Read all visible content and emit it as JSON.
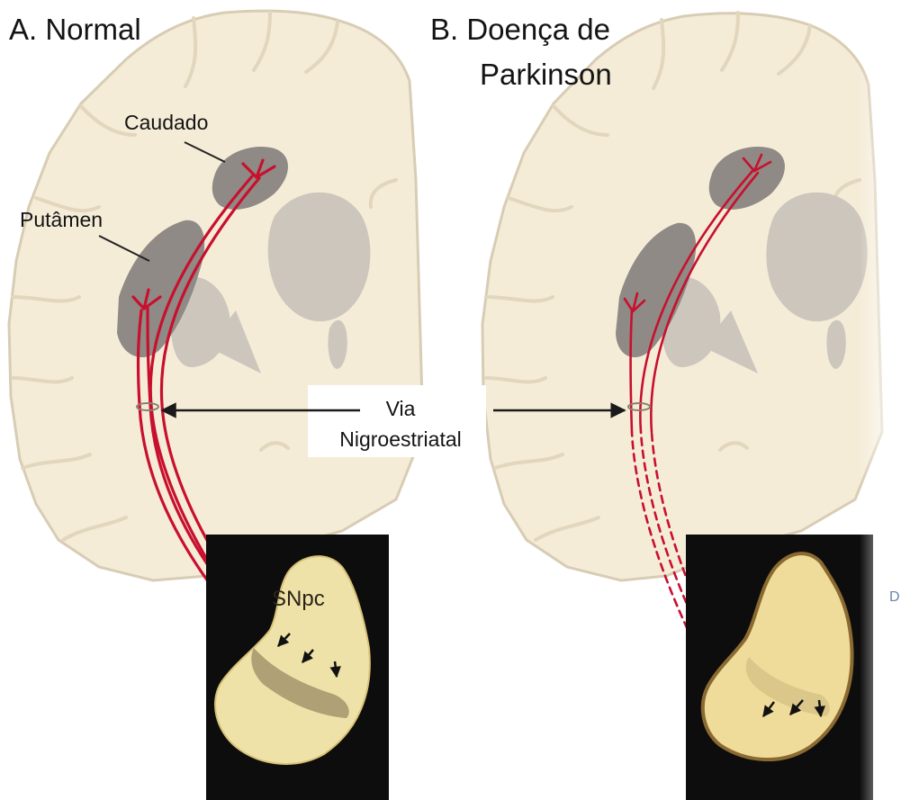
{
  "panels": [
    {
      "title_lines": [
        "A. Normal"
      ]
    },
    {
      "title_lines": [
        "B. Doença de",
        "Parkinson"
      ]
    }
  ],
  "labels": {
    "caudate": "Caudado",
    "putamen": "Putâmen",
    "pathway_line1": "Via",
    "pathway_line2": "Nigroestriatal",
    "snpc": "SNpc"
  },
  "stray_glyph": "D",
  "colors": {
    "brain_fill": "#f5ecd8",
    "brain_outline": "#d8ccb4",
    "nuclei_dark": "#8f8a85",
    "nuclei_light": "#cdc6bd",
    "pathway": "#c8102e",
    "photo_background": "#0d0d0d",
    "tissue_normal": "#efe2a8",
    "tissue_pd": "#f0dc9a"
  },
  "pathway_state": [
    "intact",
    "degenerated (dashed)"
  ],
  "icons": [
    "arrow-left-icon",
    "arrow-right-icon",
    "leader-line-icon",
    "small-arrow-icon"
  ]
}
